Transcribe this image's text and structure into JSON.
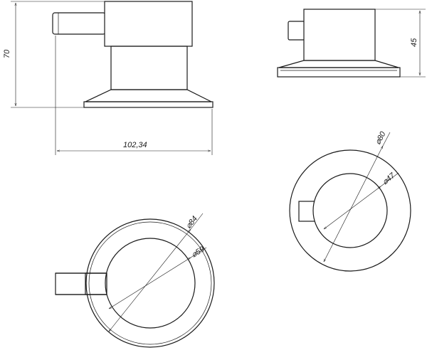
{
  "dimensions": {
    "front_height": "70",
    "front_width": "102,34",
    "side_height": "45",
    "outer_diameter_large": "⌀84",
    "inner_diameter_large": "⌀59",
    "outer_diameter_small": "⌀80",
    "inner_diameter_small": "⌀47"
  },
  "colors": {
    "stroke": "#1a1a1a",
    "background": "#ffffff"
  }
}
